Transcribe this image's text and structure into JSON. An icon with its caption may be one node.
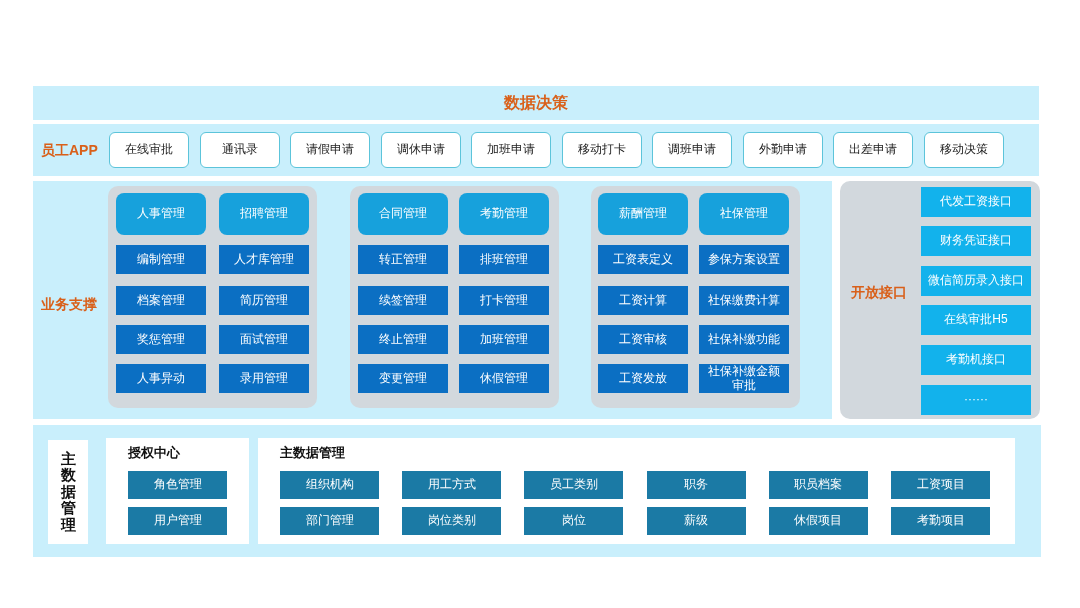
{
  "diagram": {
    "nodes": [
      {
        "text": [
          "数据决策"
        ]
      },
      {
        "text": [
          "员工APP"
        ]
      },
      {
        "text": [
          "在线审批"
        ],
        "in": 1
      },
      {
        "text": [
          "通讯录"
        ],
        "in": 1
      },
      {
        "text": [
          "请假申请"
        ],
        "in": 1
      },
      {
        "text": [
          "调休申请"
        ],
        "in": 1
      },
      {
        "text": [
          "加班申请"
        ],
        "in": 1
      },
      {
        "text": [
          "移动打卡"
        ],
        "in": 1
      },
      {
        "text": [
          "调班申请"
        ],
        "in": 1
      },
      {
        "text": [
          "外勤申请"
        ],
        "in": 1
      },
      {
        "text": [
          "出差申请"
        ],
        "in": 1
      },
      {
        "text": [
          "移动决策"
        ],
        "in": 1
      },
      {
        "text": [
          "业务支撑"
        ]
      },
      {
        "text": [],
        "shape": "box",
        "in": 12
      },
      {
        "text": [
          "人事管理"
        ],
        "in": 13
      },
      {
        "text": [
          "招聘管理"
        ],
        "in": 13
      },
      {
        "text": [
          "编制管理"
        ],
        "in": 13
      },
      {
        "text": [
          "人才库管理"
        ],
        "in": 13
      },
      {
        "text": [
          "档案管理"
        ],
        "in": 13
      },
      {
        "text": [
          "简历管理"
        ],
        "in": 13
      },
      {
        "text": [
          "奖惩管理"
        ],
        "in": 13
      },
      {
        "text": [
          "面试管理"
        ],
        "in": 13
      },
      {
        "text": [
          "人事异动"
        ],
        "in": 13
      },
      {
        "text": [
          "录用管理"
        ],
        "in": 13
      },
      {
        "text": [],
        "shape": "box",
        "in": 12
      },
      {
        "text": [
          "合同管理"
        ],
        "in": 24
      },
      {
        "text": [
          "考勤管理"
        ],
        "in": 24
      },
      {
        "text": [
          "转正管理"
        ],
        "in": 24
      },
      {
        "text": [
          "排班管理"
        ],
        "in": 24
      },
      {
        "text": [
          "续签管理"
        ],
        "in": 24
      },
      {
        "text": [
          "打卡管理"
        ],
        "in": 24
      },
      {
        "text": [
          "终止管理"
        ],
        "in": 24
      },
      {
        "text": [
          "加班管理"
        ],
        "in": 24
      },
      {
        "text": [
          "变更管理"
        ],
        "in": 24
      },
      {
        "text": [
          "休假管理"
        ],
        "in": 24
      },
      {
        "text": [],
        "shape": "box",
        "in": 12
      },
      {
        "text": [
          "薪酬管理"
        ],
        "in": 35
      },
      {
        "text": [
          "社保管理"
        ],
        "in": 35
      },
      {
        "text": [
          "工资表定义"
        ],
        "in": 35
      },
      {
        "text": [
          "参保方案设置"
        ],
        "in": 35
      },
      {
        "text": [
          "工资计算"
        ],
        "in": 35
      },
      {
        "text": [
          "社保缴费计算"
        ],
        "in": 35
      },
      {
        "text": [
          "工资审核"
        ],
        "in": 35
      },
      {
        "text": [
          "社保补缴功能"
        ],
        "in": 35
      },
      {
        "text": [
          "工资发放"
        ],
        "in": 35
      },
      {
        "text": [
          "社保补缴金额审批"
        ],
        "in": 35
      },
      {
        "text": [
          "开放接口"
        ]
      },
      {
        "text": [
          "代发工资接口"
        ],
        "in": 46
      },
      {
        "text": [
          "财务凭证接口"
        ],
        "in": 46
      },
      {
        "text": [
          "微信简历录入接口"
        ],
        "in": 46
      },
      {
        "text": [
          "在线审批H5"
        ],
        "in": 46
      },
      {
        "text": [
          "考勤机接口"
        ],
        "in": 46
      },
      {
        "text": [
          "······"
        ],
        "in": 46
      },
      {
        "text": [],
        "shape": "box"
      },
      {
        "text": [
          "主数据管理"
        ],
        "in": 53
      },
      {
        "text": [
          "授权中心"
        ],
        "in": 53
      },
      {
        "text": [
          "角色管理"
        ],
        "in": 55
      },
      {
        "text": [
          "用户管理"
        ],
        "in": 55
      },
      {
        "text": [
          "主数据管理"
        ],
        "in": 53
      },
      {
        "text": [
          "组织机构"
        ],
        "in": 58
      },
      {
        "text": [
          "用工方式"
        ],
        "in": 58
      },
      {
        "text": [
          "员工类别"
        ],
        "in": 58
      },
      {
        "text": [
          "职务"
        ],
        "in": 58
      },
      {
        "text": [
          "职员档案"
        ],
        "in": 58
      },
      {
        "text": [
          "工资项目"
        ],
        "in": 58
      },
      {
        "text": [
          "部门管理"
        ],
        "in": 58
      },
      {
        "text": [
          "岗位类别"
        ],
        "in": 58
      },
      {
        "text": [
          "岗位"
        ],
        "in": 58
      },
      {
        "text": [
          "薪级"
        ],
        "in": 58
      },
      {
        "text": [
          "休假项目"
        ],
        "in": 58
      },
      {
        "text": [
          "考勤项目"
        ],
        "in": 58
      }
    ]
  }
}
